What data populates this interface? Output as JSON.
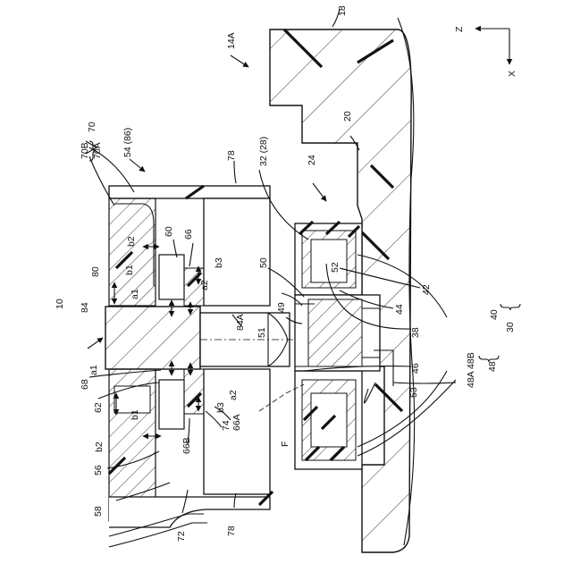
{
  "figure": {
    "labels": {
      "l10": "10",
      "l14a": "14A",
      "l18": "18",
      "l20": "20",
      "l24": "24",
      "l30": "30",
      "l32": "32 (28)",
      "l38": "38",
      "l40": "40",
      "l42": "42",
      "l44": "44",
      "l46": "46",
      "l48": "48",
      "l48a48b": "48A 48B",
      "l49": "49",
      "l50": "50",
      "l51": "51",
      "l52": "52",
      "l53": "53",
      "l54": "54 (86)",
      "l56": "56",
      "l58": "58",
      "l60": "60",
      "l62": "62",
      "l66": "66",
      "l66a": "66A",
      "l66b": "66B",
      "l68": "68",
      "l70": "70",
      "l70a": "70A",
      "l70b": "70B",
      "l72": "72",
      "l74": "74",
      "l78a": "78",
      "l78b": "78",
      "l80": "80",
      "l84": "84",
      "l84a": "84A",
      "lF": "F",
      "la1": "a1",
      "la1b": "a1",
      "la2": "a2",
      "la2b": "a2",
      "lb1": "b1",
      "lb1b": "b1",
      "lb2": "b2",
      "lb2b": "b2",
      "lb3": "b3",
      "lb3b": "b3"
    },
    "axes": {
      "z": "Z",
      "x": "X"
    }
  }
}
